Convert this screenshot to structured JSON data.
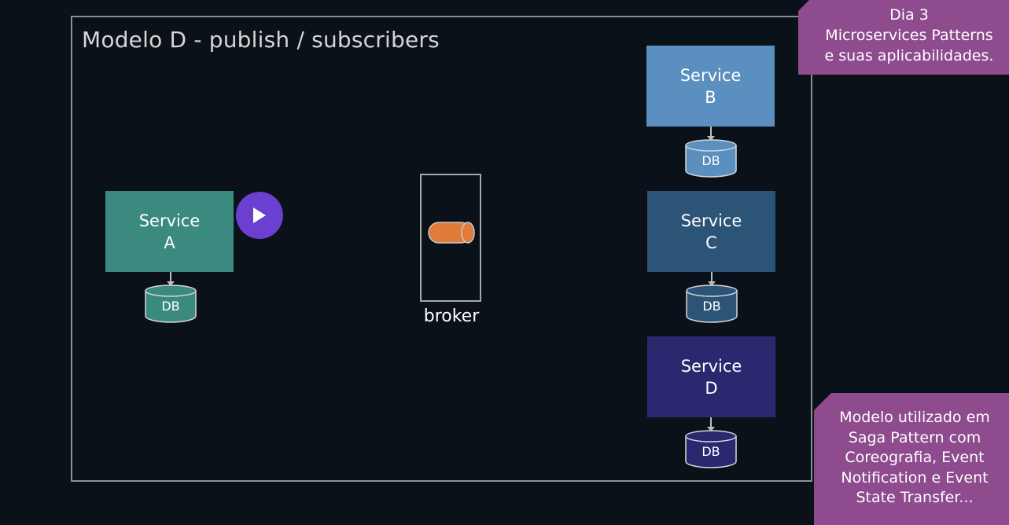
{
  "title": "Modelo D - publish / subscribers",
  "services": {
    "a": {
      "line1": "Service",
      "line2": "A",
      "color": "#3b8a80"
    },
    "b": {
      "line1": "Service",
      "line2": "B",
      "color": "#5a8fbf"
    },
    "c": {
      "line1": "Service",
      "line2": "C",
      "color": "#2c5477"
    },
    "d": {
      "line1": "Service",
      "line2": "D",
      "color": "#2a2970"
    }
  },
  "db_label": "DB",
  "broker": {
    "label": "broker",
    "queue_color": "#e07b39"
  },
  "play_button": {
    "icon": "play-icon",
    "color": "#6b3fd0"
  },
  "note_top": {
    "lines": [
      "Dia 3",
      "Microservices Patterns",
      "e suas aplicabilidades."
    ],
    "color": "#8e4b8e"
  },
  "note_bottom": {
    "lines": [
      "Modelo utilizado em",
      "Saga Pattern com",
      "Coreografia, Event",
      "Notification e Event",
      "State Transfer..."
    ],
    "color": "#8e4b8e"
  }
}
